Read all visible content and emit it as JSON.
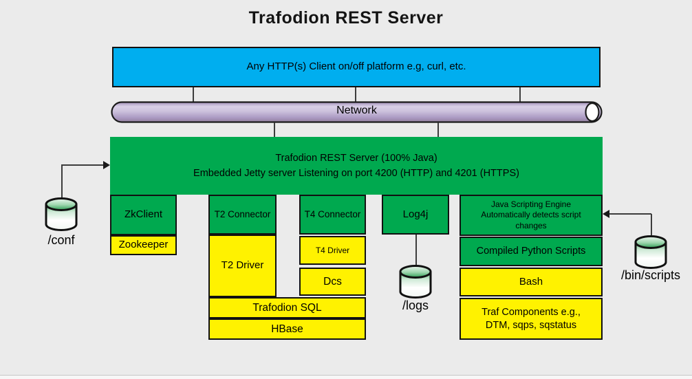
{
  "title": "Trafodion REST Server",
  "colors": {
    "client_blue": "#00aeef",
    "component_green": "#00a94f",
    "component_yellow": "#fff200",
    "network_purple": "#b3a2c7",
    "background": "#ebebeb"
  },
  "client_box": {
    "label": "Any HTTP(s) Client on/off platform e.g, curl, etc."
  },
  "network": {
    "label": "Network"
  },
  "rest_server": {
    "line1": "Trafodion REST Server (100% Java)",
    "line2": "Embedded Jetty server Listening on port 4200 (HTTP) and 4201 (HTTPS)"
  },
  "components": {
    "zkclient": "ZkClient",
    "zookeeper": "Zookeeper",
    "t2_connector": "T2 Connector",
    "t2_driver": "T2 Driver",
    "t4_connector": "T4 Connector",
    "t4_driver": "T4 Driver",
    "dcs": "Dcs",
    "trafodion_sql": "Trafodion SQL",
    "hbase": "HBase",
    "log4j": "Log4j",
    "java_scripting_line1": "Java Scripting Engine",
    "java_scripting_line2": "Automatically detects script changes",
    "compiled_python": "Compiled Python Scripts",
    "bash": "Bash",
    "traf_components": "Traf Components e.g., DTM, sqps, sqstatus"
  },
  "storage": {
    "conf": "/conf",
    "logs": "/logs",
    "bin_scripts": "/bin/scripts"
  }
}
